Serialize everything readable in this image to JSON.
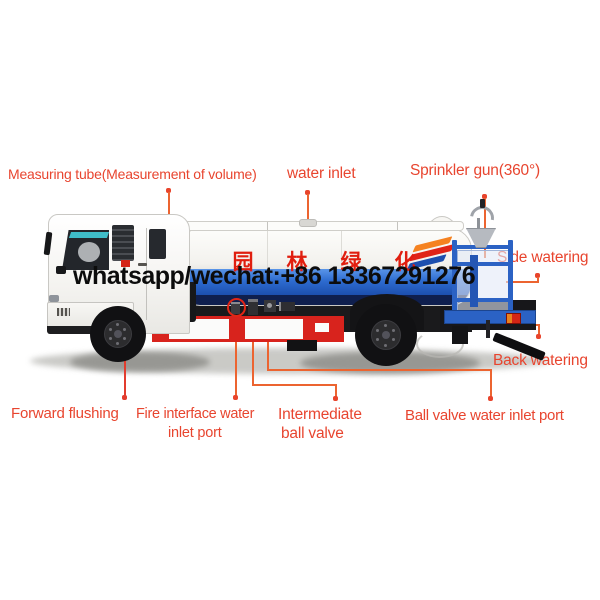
{
  "diagram": {
    "watermark": "whatsapp/wechat:+86 13367291276",
    "tank_branding": {
      "text": "园林绿化",
      "chars": [
        "园",
        "林",
        "绿",
        "化"
      ]
    },
    "labels": {
      "measuring_tube": "Measuring tube(Measurement of volume)",
      "water_inlet": "water inlet",
      "sprinkler_gun": "Sprinkler gun(360°)",
      "side_watering": "Side watering",
      "back_watering": "Back watering",
      "ball_valve_water_inlet_port": "Ball valve water inlet port",
      "intermediate_ball_valve": [
        "Intermediate",
        "ball valve"
      ],
      "fire_interface_water_inlet_port": [
        "Fire interface water",
        "inlet port"
      ],
      "forward_flushing": "Forward flushing"
    },
    "colors": {
      "label_red": "#e8452f",
      "pointer_orange": "#ec6430",
      "pointer_red": "#e23c2e",
      "tank_blue": "#2e6cd0",
      "tank_navy": "#0f1f4e",
      "branding_red": "#e01e0f",
      "guard_red": "#d8231d",
      "rack_blue": "#2b62c4",
      "watermark_black": "#0c0c0c"
    }
  }
}
